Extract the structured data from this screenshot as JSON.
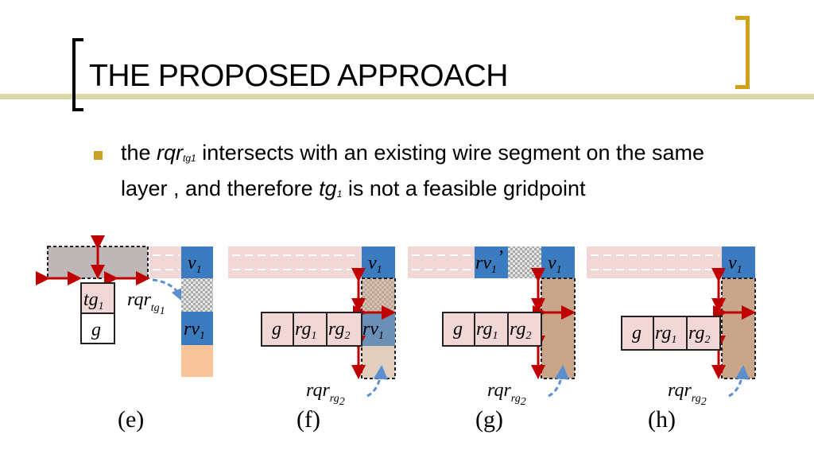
{
  "slide": {
    "title": "THE PROPOSED APPROACH",
    "bullet": {
      "t1": "the ",
      "rqr": "rqr",
      "rqr_sub": "tg1",
      "t2": " intersects with an existing wire segment on the same layer , and therefore ",
      "tg": "tg",
      "tg_sub": "1",
      "t3": " is not a feasible gridpoint"
    }
  },
  "figure": {
    "labels": {
      "v": "v",
      "rv": "rv",
      "rv_prime": "rv",
      "prime": "’",
      "one": "1",
      "tg": "tg",
      "g": "g",
      "rg": "rg",
      "two": "2",
      "rqr": "rqr",
      "sub_tg": "tg",
      "sub_rg": "rg"
    },
    "captions": [
      "(e)",
      "(f)",
      "(g)",
      "(h)"
    ]
  },
  "colors": {
    "accent_gold": "#cfa21a",
    "rule": "#d7d8a4",
    "wire_pink": "#f2d7d7",
    "via_blue": "#3b7bc0",
    "brown": "#c9a58a",
    "gray_box": "#bfb7b7",
    "arrow_red": "#c00000",
    "arrow_blue": "#5b8fd0",
    "orange": "#f9c49a"
  }
}
